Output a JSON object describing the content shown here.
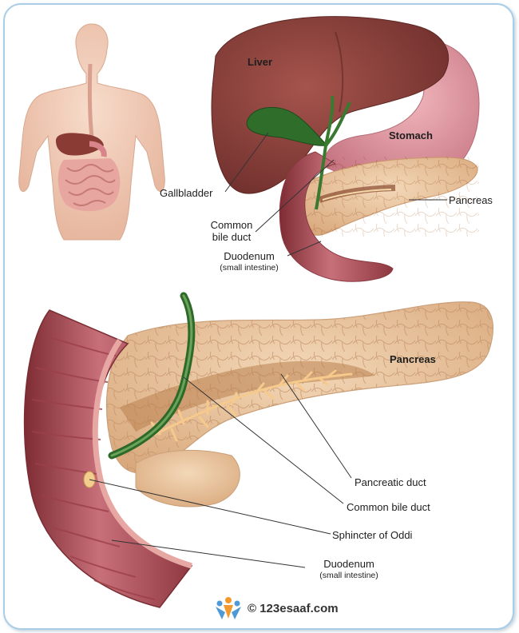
{
  "top": {
    "liver": "Liver",
    "stomach": "Stomach",
    "gallbladder": "Gallbladder",
    "pancreas": "Pancreas",
    "common_bile_duct_line1": "Common",
    "common_bile_duct_line2": "bile duct",
    "duodenum": "Duodenum",
    "duodenum_sub": "(small intestine)"
  },
  "bottom": {
    "pancreas": "Pancreas",
    "pancreatic_duct": "Pancreatic duct",
    "common_bile_duct": "Common bile duct",
    "sphincter": "Sphincter of Oddi",
    "duodenum": "Duodenum",
    "duodenum_sub": "(small intestine)"
  },
  "footer": {
    "copyright": "© 123esaaf.com"
  },
  "colors": {
    "frame": "#a9cde6",
    "liver": "#8a3f3a",
    "stomach": "#d9909a",
    "pancreas": "#e8c29a",
    "gallbladder": "#2e6a2a",
    "duodenum": "#b85a62",
    "skin": "#f0c9b2"
  },
  "icons": {
    "logo": "people-logo-icon"
  }
}
